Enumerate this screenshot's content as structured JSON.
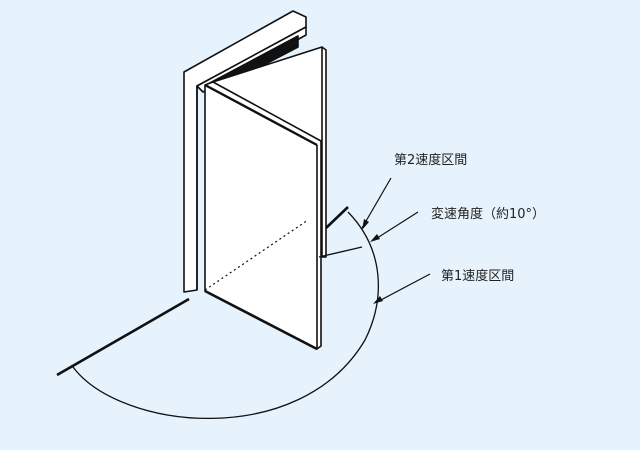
{
  "labels": {
    "second_speed_zone": "第2速度区間",
    "shift_angle": "変速角度（約10°）",
    "first_speed_zone": "第1速度区間"
  },
  "colors": {
    "background": "#e6f3fc",
    "line": "#111111",
    "door": "#ffffff"
  }
}
